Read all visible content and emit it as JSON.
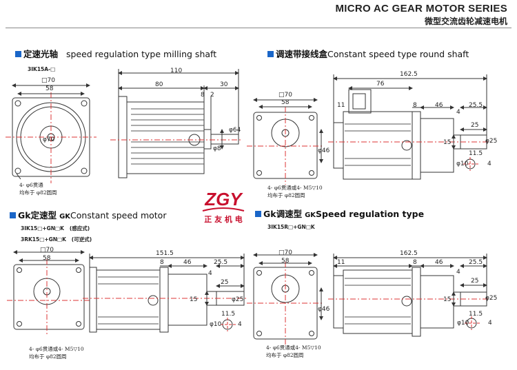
{
  "header": {
    "title_en": "MICRO AC GEAR MOTOR SERIES",
    "title_cn": "微型交流齿轮减速电机"
  },
  "sections": {
    "s1": {
      "cn": "定速光轴",
      "en": "speed regulation type milling shaft",
      "model": "3IK15A-□"
    },
    "s2": {
      "cn": "调速带接线盒",
      "en": "Constant speed type round shaft"
    },
    "s3": {
      "prefix": "Gk",
      "cn": "定速型",
      "gk": "GK",
      "en": "Constant  speed motor",
      "model1": "3IK15□+GN□K",
      "model1_note": "(感应式)",
      "model2": "3RK15□+GN□K",
      "model2_note": "(可逆式)"
    },
    "s4": {
      "prefix": "Gk",
      "cn": "调速型",
      "gk": "GK",
      "en": "Speed regulation type",
      "model": "3IK15R□+GN□K"
    }
  },
  "dims": {
    "s1": {
      "sq": "□70",
      "w58": "58",
      "total": "110",
      "body": "80",
      "shaft": "30",
      "d8": "8",
      "d2": "2",
      "phi64": "φ64",
      "phi8": "φ8",
      "phi70": "φ70"
    },
    "s2": {
      "sq": "□70",
      "w58": "58",
      "total": "162.5",
      "box": "76",
      "d11": "11",
      "d8": "8",
      "d46": "46",
      "d25_5": "25.5",
      "d4": "4",
      "d25": "25",
      "d15": "15",
      "phi46": "φ46",
      "phi25": "φ25",
      "d11_5": "11.5",
      "phi10": "φ10",
      "d4b": "4"
    },
    "s3": {
      "sq": "□70",
      "w58": "58",
      "total": "151.5",
      "d8": "8",
      "d46": "46",
      "d25_5": "25.5",
      "d4": "4",
      "d25": "25",
      "d15": "15",
      "phi25": "φ25",
      "d11_5": "11.5",
      "phi10": "φ10",
      "d4b": "4"
    },
    "s4": {
      "sq": "□70",
      "w58": "58",
      "total": "162.5",
      "d11": "11",
      "d8": "8",
      "d46": "46",
      "d25_5": "25.5",
      "d4": "4",
      "d25": "25",
      "d15": "15",
      "phi46": "φ46",
      "phi25": "φ25",
      "d11_5": "11.5",
      "phi10": "φ10",
      "d4b": "4"
    }
  },
  "notes": {
    "s1": [
      "4- φ6贯通",
      "均布于 φ82圆周"
    ],
    "s2": [
      "4- φ6贯通或4- M5▽10",
      "均布于 φ82圆周"
    ],
    "s3": [
      "4- φ6贯通或4- M5▽10",
      "均布于 φ82圆周"
    ],
    "s4": [
      "4- φ6贯通或4- M5▽10",
      "均布于 φ82圆周"
    ]
  },
  "logo": {
    "letters": "ZGY",
    "cn": "正 友 机 电"
  },
  "colors": {
    "accent": "#1a66c8",
    "logo_red": "#c8102e",
    "center_line": "#d33",
    "line": "#333"
  }
}
